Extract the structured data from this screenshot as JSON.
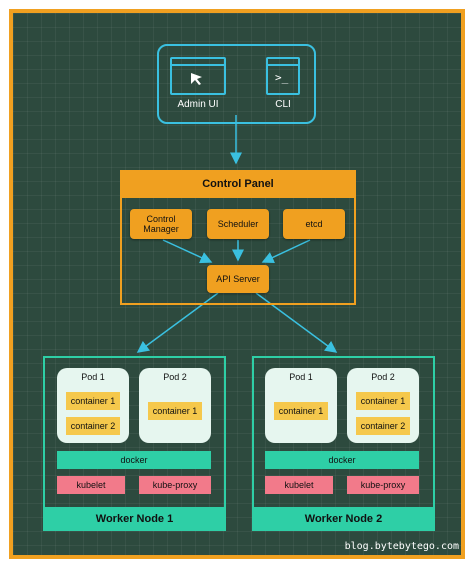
{
  "client": {
    "admin_ui_label": "Admin UI",
    "cli_label": "CLI",
    "cli_prompt": ">_"
  },
  "control_panel": {
    "title": "Control Panel",
    "controller_manager_line1": "Control",
    "controller_manager_line2": "Manager",
    "scheduler_label": "Scheduler",
    "etcd_label": "etcd",
    "api_server_label": "API Server"
  },
  "worker_nodes": [
    {
      "title": "Worker Node 1",
      "pods": [
        {
          "title": "Pod 1",
          "containers": [
            "container 1",
            "container 2"
          ]
        },
        {
          "title": "Pod 2",
          "containers": [
            "container 1"
          ]
        }
      ],
      "docker_label": "docker",
      "kubelet_label": "kubelet",
      "kube_proxy_label": "kube-proxy"
    },
    {
      "title": "Worker Node 2",
      "pods": [
        {
          "title": "Pod 1",
          "containers": [
            "container 1"
          ]
        },
        {
          "title": "Pod 2",
          "containers": [
            "container 1",
            "container 2"
          ]
        }
      ],
      "docker_label": "docker",
      "kubelet_label": "kubelet",
      "kube_proxy_label": "kube-proxy"
    }
  ],
  "watermark": "blog.bytebytego.com",
  "colors": {
    "background": "#2d4a3e",
    "frame": "#f0a020",
    "client": "#3ac0e0",
    "control": "#f0a020",
    "worker": "#2ecfa6",
    "container": "#f5c84c",
    "agent": "#f27a8a"
  }
}
